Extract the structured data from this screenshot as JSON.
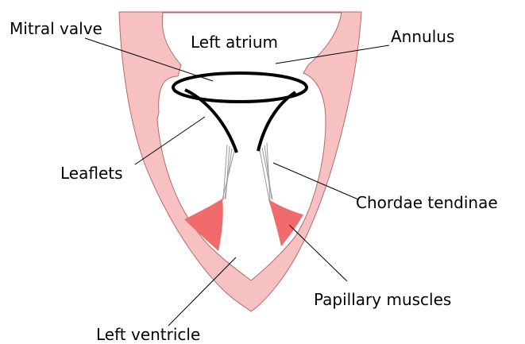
{
  "labels": {
    "mitral_valve": "Mitral valve",
    "left_atrium": "Left atrium",
    "annulus": "Annulus",
    "leaflets": "Leaflets",
    "chordae_tendinae": "Chordae tendinae",
    "papillary_muscles": "Papillary muscles",
    "left_ventricle": "Left ventricle"
  },
  "colors": {
    "heart_wall": "#f8c1c1",
    "wall_outline": "#b36a6a",
    "papillary_muscle": "#f06b6b",
    "chordae": "#9a9a9a",
    "valve_outline": "#000000",
    "leader_line": "#000000"
  }
}
